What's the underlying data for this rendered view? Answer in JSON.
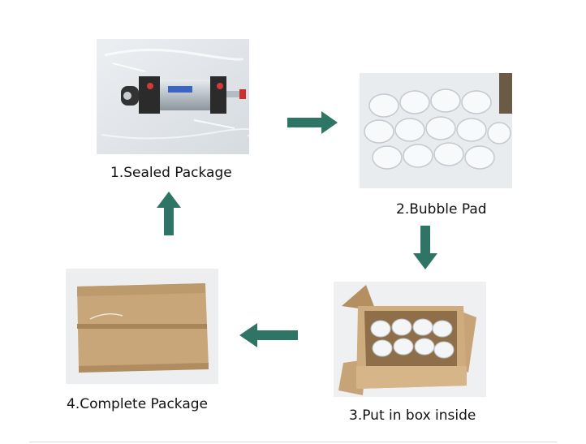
{
  "steps": [
    {
      "caption": "1.Sealed Package"
    },
    {
      "caption": "2.Bubble Pad"
    },
    {
      "caption": "3.Put in box inside"
    },
    {
      "caption": "4.Complete Package"
    }
  ],
  "colors": {
    "arrow": "#2f7565",
    "cardboard": "#c9a679",
    "cardboard_dark": "#a9865a"
  },
  "icons": [
    "arrow-right-icon",
    "arrow-down-icon",
    "arrow-left-icon",
    "arrow-up-icon"
  ]
}
